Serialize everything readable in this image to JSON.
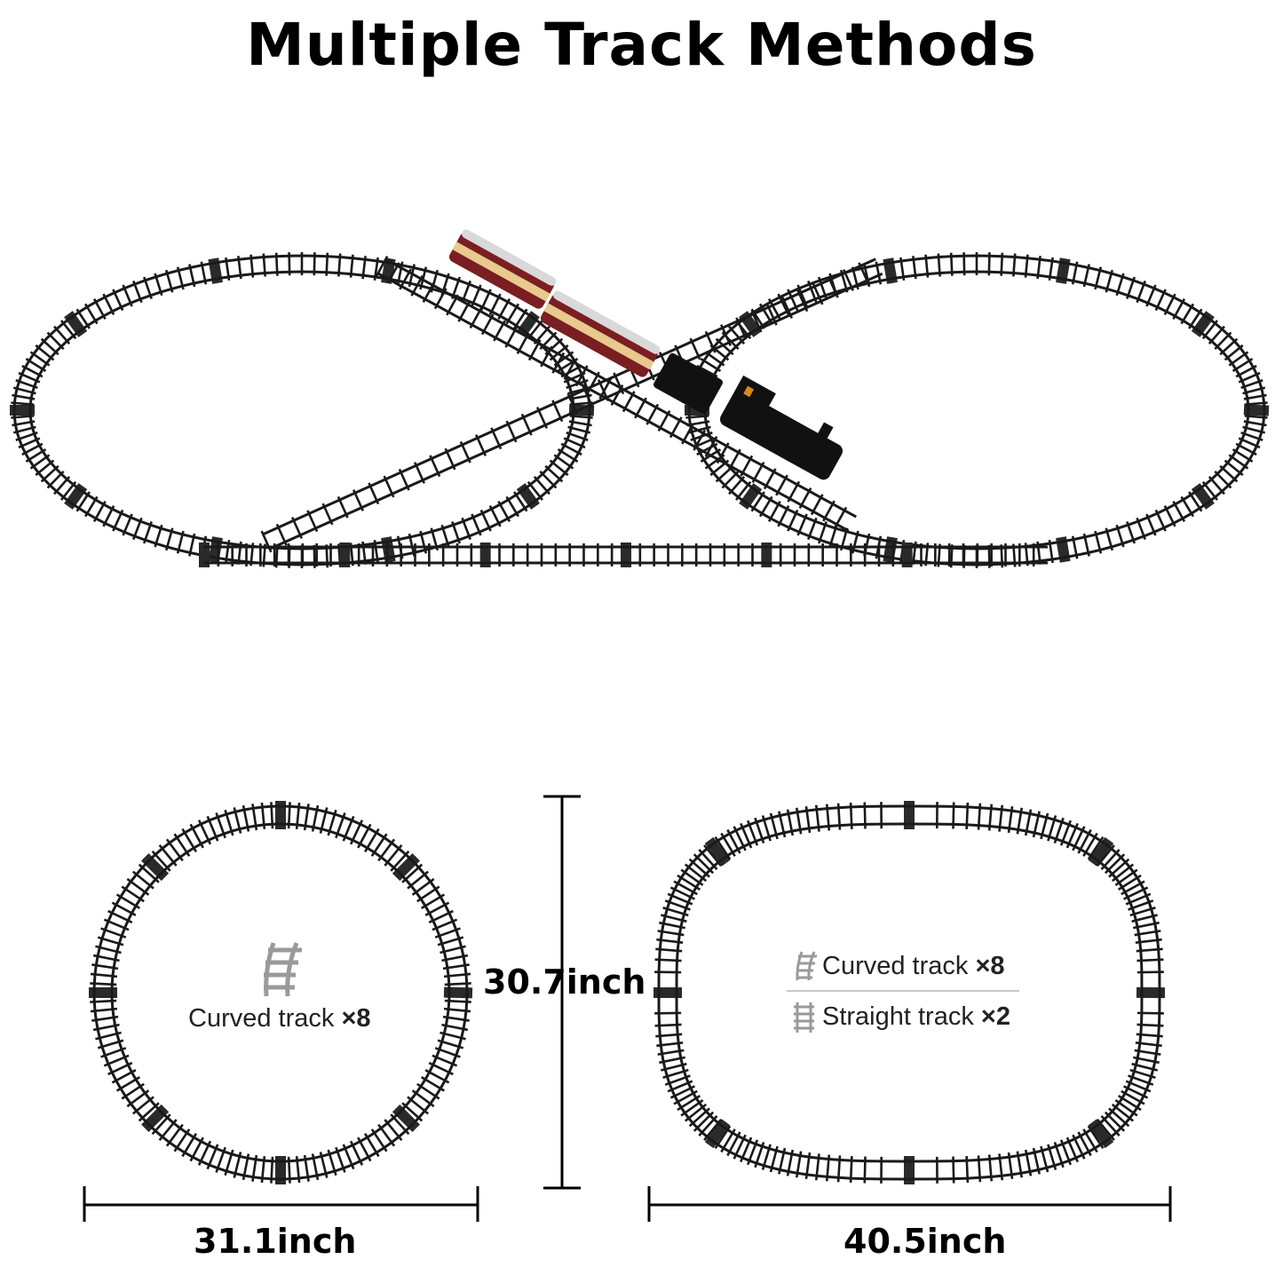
{
  "title": "Multiple Track Methods",
  "circle_layout": {
    "legend": {
      "label": "Curved track",
      "count": "×8"
    },
    "width_label": "31.1inch"
  },
  "height_label": "30.7inch",
  "oval_layout": {
    "legend": [
      {
        "label": "Curved track",
        "count": "×8"
      },
      {
        "label": "Straight track",
        "count": "×2"
      }
    ],
    "width_label": "40.5inch"
  },
  "icons": [
    "curved-track-icon",
    "straight-track-icon",
    "train-icon"
  ],
  "colors": {
    "track": "#1a1a1a",
    "connector": "#2a2a2a",
    "train_car_red": "#7a1e22",
    "train_car_cream": "#e8c98e",
    "train_roof": "#d9d9d9",
    "locomotive": "#111111",
    "icon_gray": "#9a9a9a"
  }
}
